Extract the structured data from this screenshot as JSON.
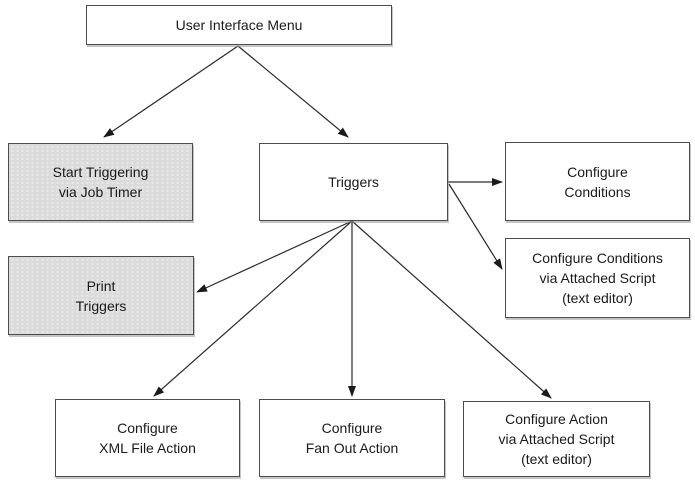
{
  "nodes": {
    "user_interface_menu": {
      "label": "User Interface Menu",
      "shaded": false
    },
    "start_triggering": {
      "label": "Start Triggering\nvia Job Timer",
      "shaded": true
    },
    "triggers": {
      "label": "Triggers",
      "shaded": false
    },
    "configure_conditions": {
      "label": "Configure\nConditions",
      "shaded": false
    },
    "configure_conditions_script": {
      "label": "Configure Conditions\nvia Attached Script\n(text editor)",
      "shaded": false
    },
    "print_triggers": {
      "label": "Print\nTriggers",
      "shaded": true
    },
    "configure_xml": {
      "label": "Configure\nXML File Action",
      "shaded": false
    },
    "configure_fan_out": {
      "label": "Configure\nFan Out Action",
      "shaded": false
    },
    "configure_action_script": {
      "label": "Configure Action\nvia Attached Script\n(text editor)",
      "shaded": false
    }
  },
  "edges": [
    {
      "from": "user_interface_menu",
      "to": "start_triggering"
    },
    {
      "from": "user_interface_menu",
      "to": "triggers"
    },
    {
      "from": "triggers",
      "to": "configure_conditions"
    },
    {
      "from": "triggers",
      "to": "configure_conditions_script"
    },
    {
      "from": "triggers",
      "to": "print_triggers"
    },
    {
      "from": "triggers",
      "to": "configure_xml"
    },
    {
      "from": "triggers",
      "to": "configure_fan_out"
    },
    {
      "from": "triggers",
      "to": "configure_action_script"
    }
  ],
  "colors": {
    "background": "#ffffff",
    "node_border": "#4d4d4d",
    "node_fill": "#ffffff",
    "shaded_node_fill": "#dbdbdb",
    "shaded_node_dot": "#f8f8f8",
    "arrow_line": "#2a2a2a",
    "arrowhead": "#1a1a1a",
    "text": "#1a1a1a"
  }
}
